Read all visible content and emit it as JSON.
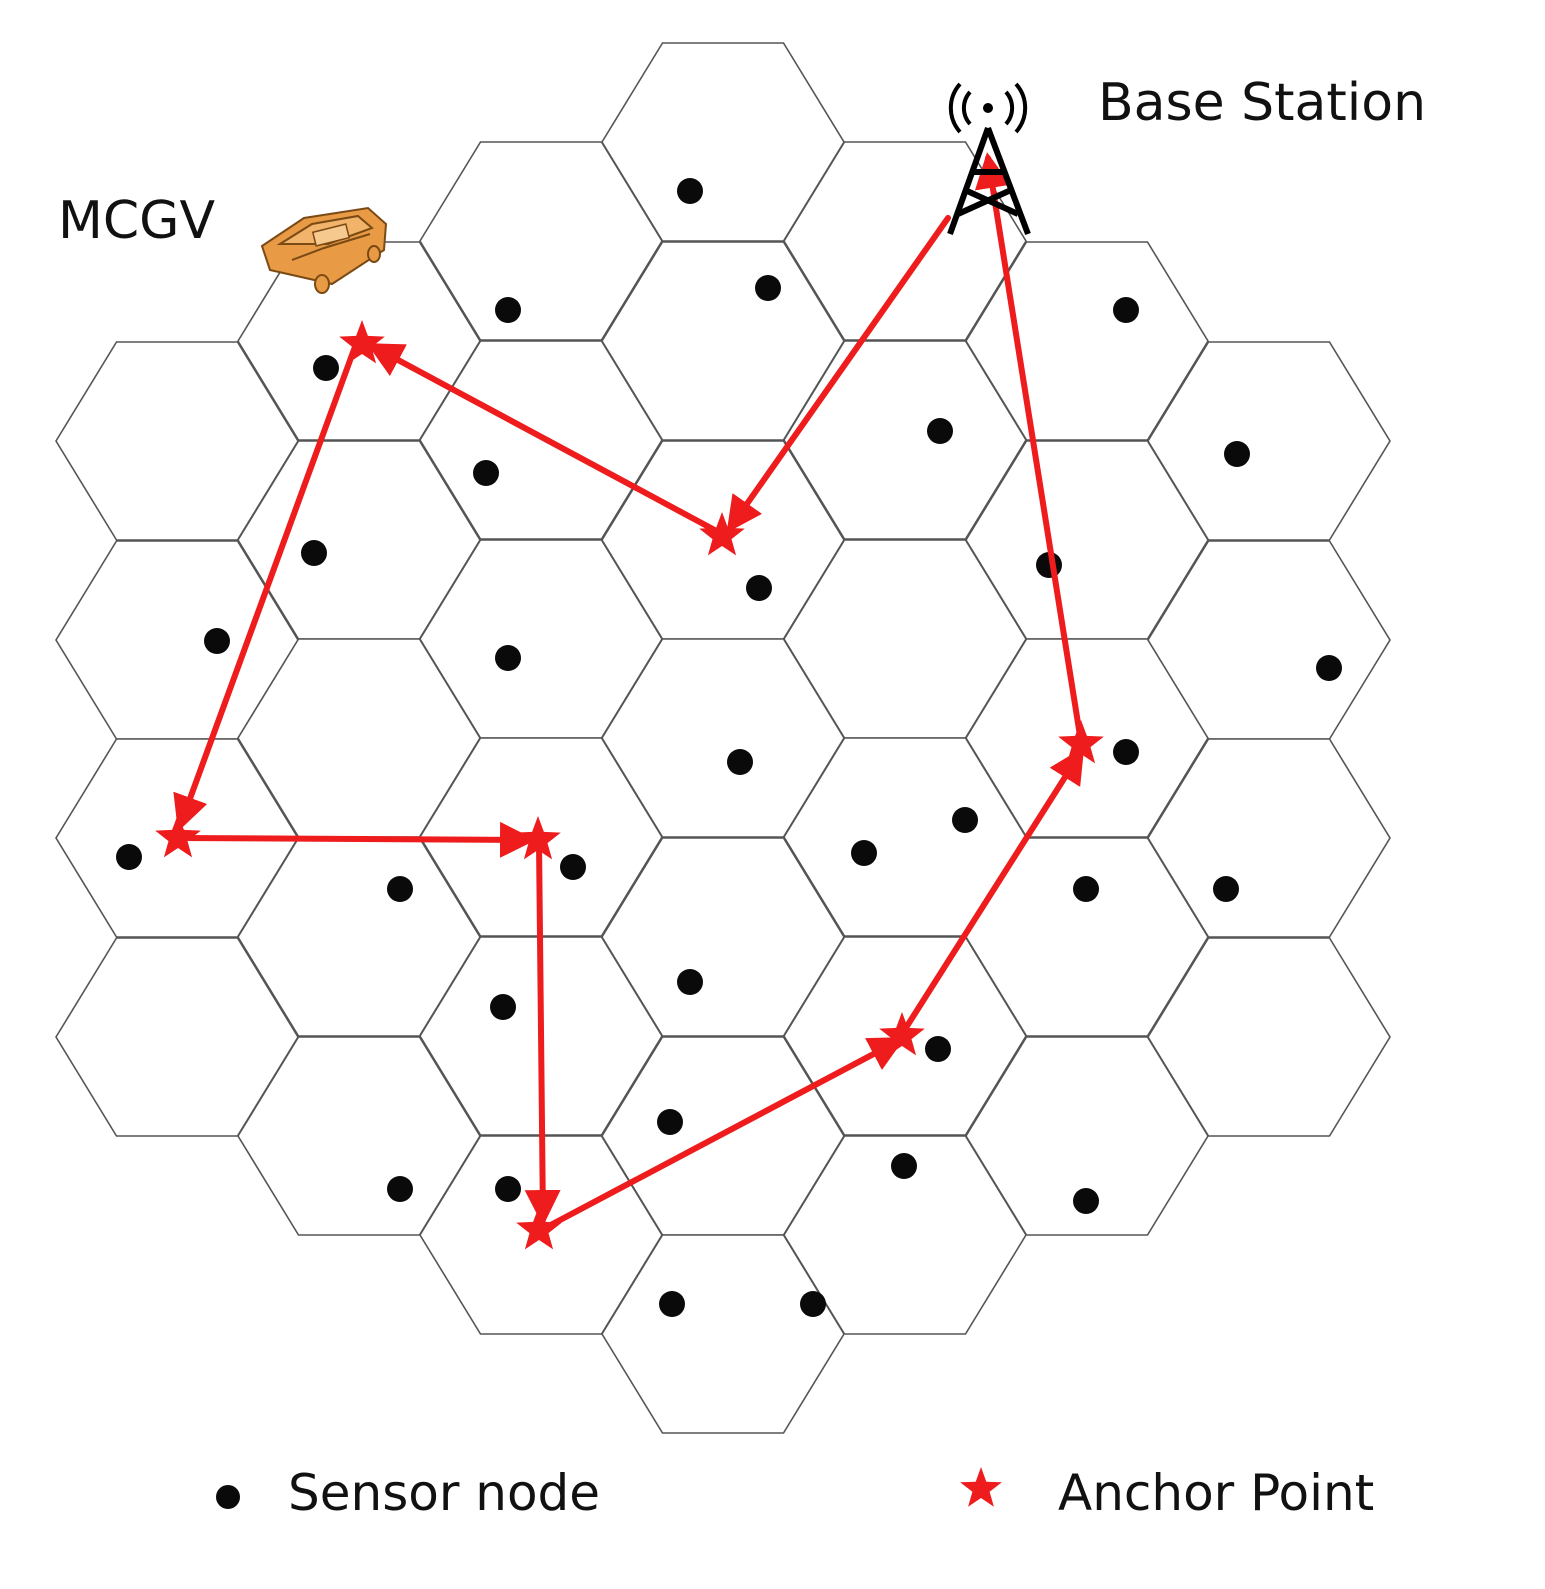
{
  "labels": {
    "mcgv": "MCGV",
    "base_station": "Base Station"
  },
  "legend": {
    "sensor_node": "Sensor node",
    "anchor_point": "Anchor Point"
  },
  "colors": {
    "route": "#ee1c1c",
    "anchor": "#ee1c1c",
    "sensor": "#0a0a0a",
    "hex_stroke": "#555555",
    "vehicle": "#e89a45",
    "tower": "#000000"
  },
  "icons": {
    "vehicle": "car-icon",
    "base_station": "radio-tower-icon",
    "sensor": "dot-icon",
    "anchor": "star-icon"
  }
}
